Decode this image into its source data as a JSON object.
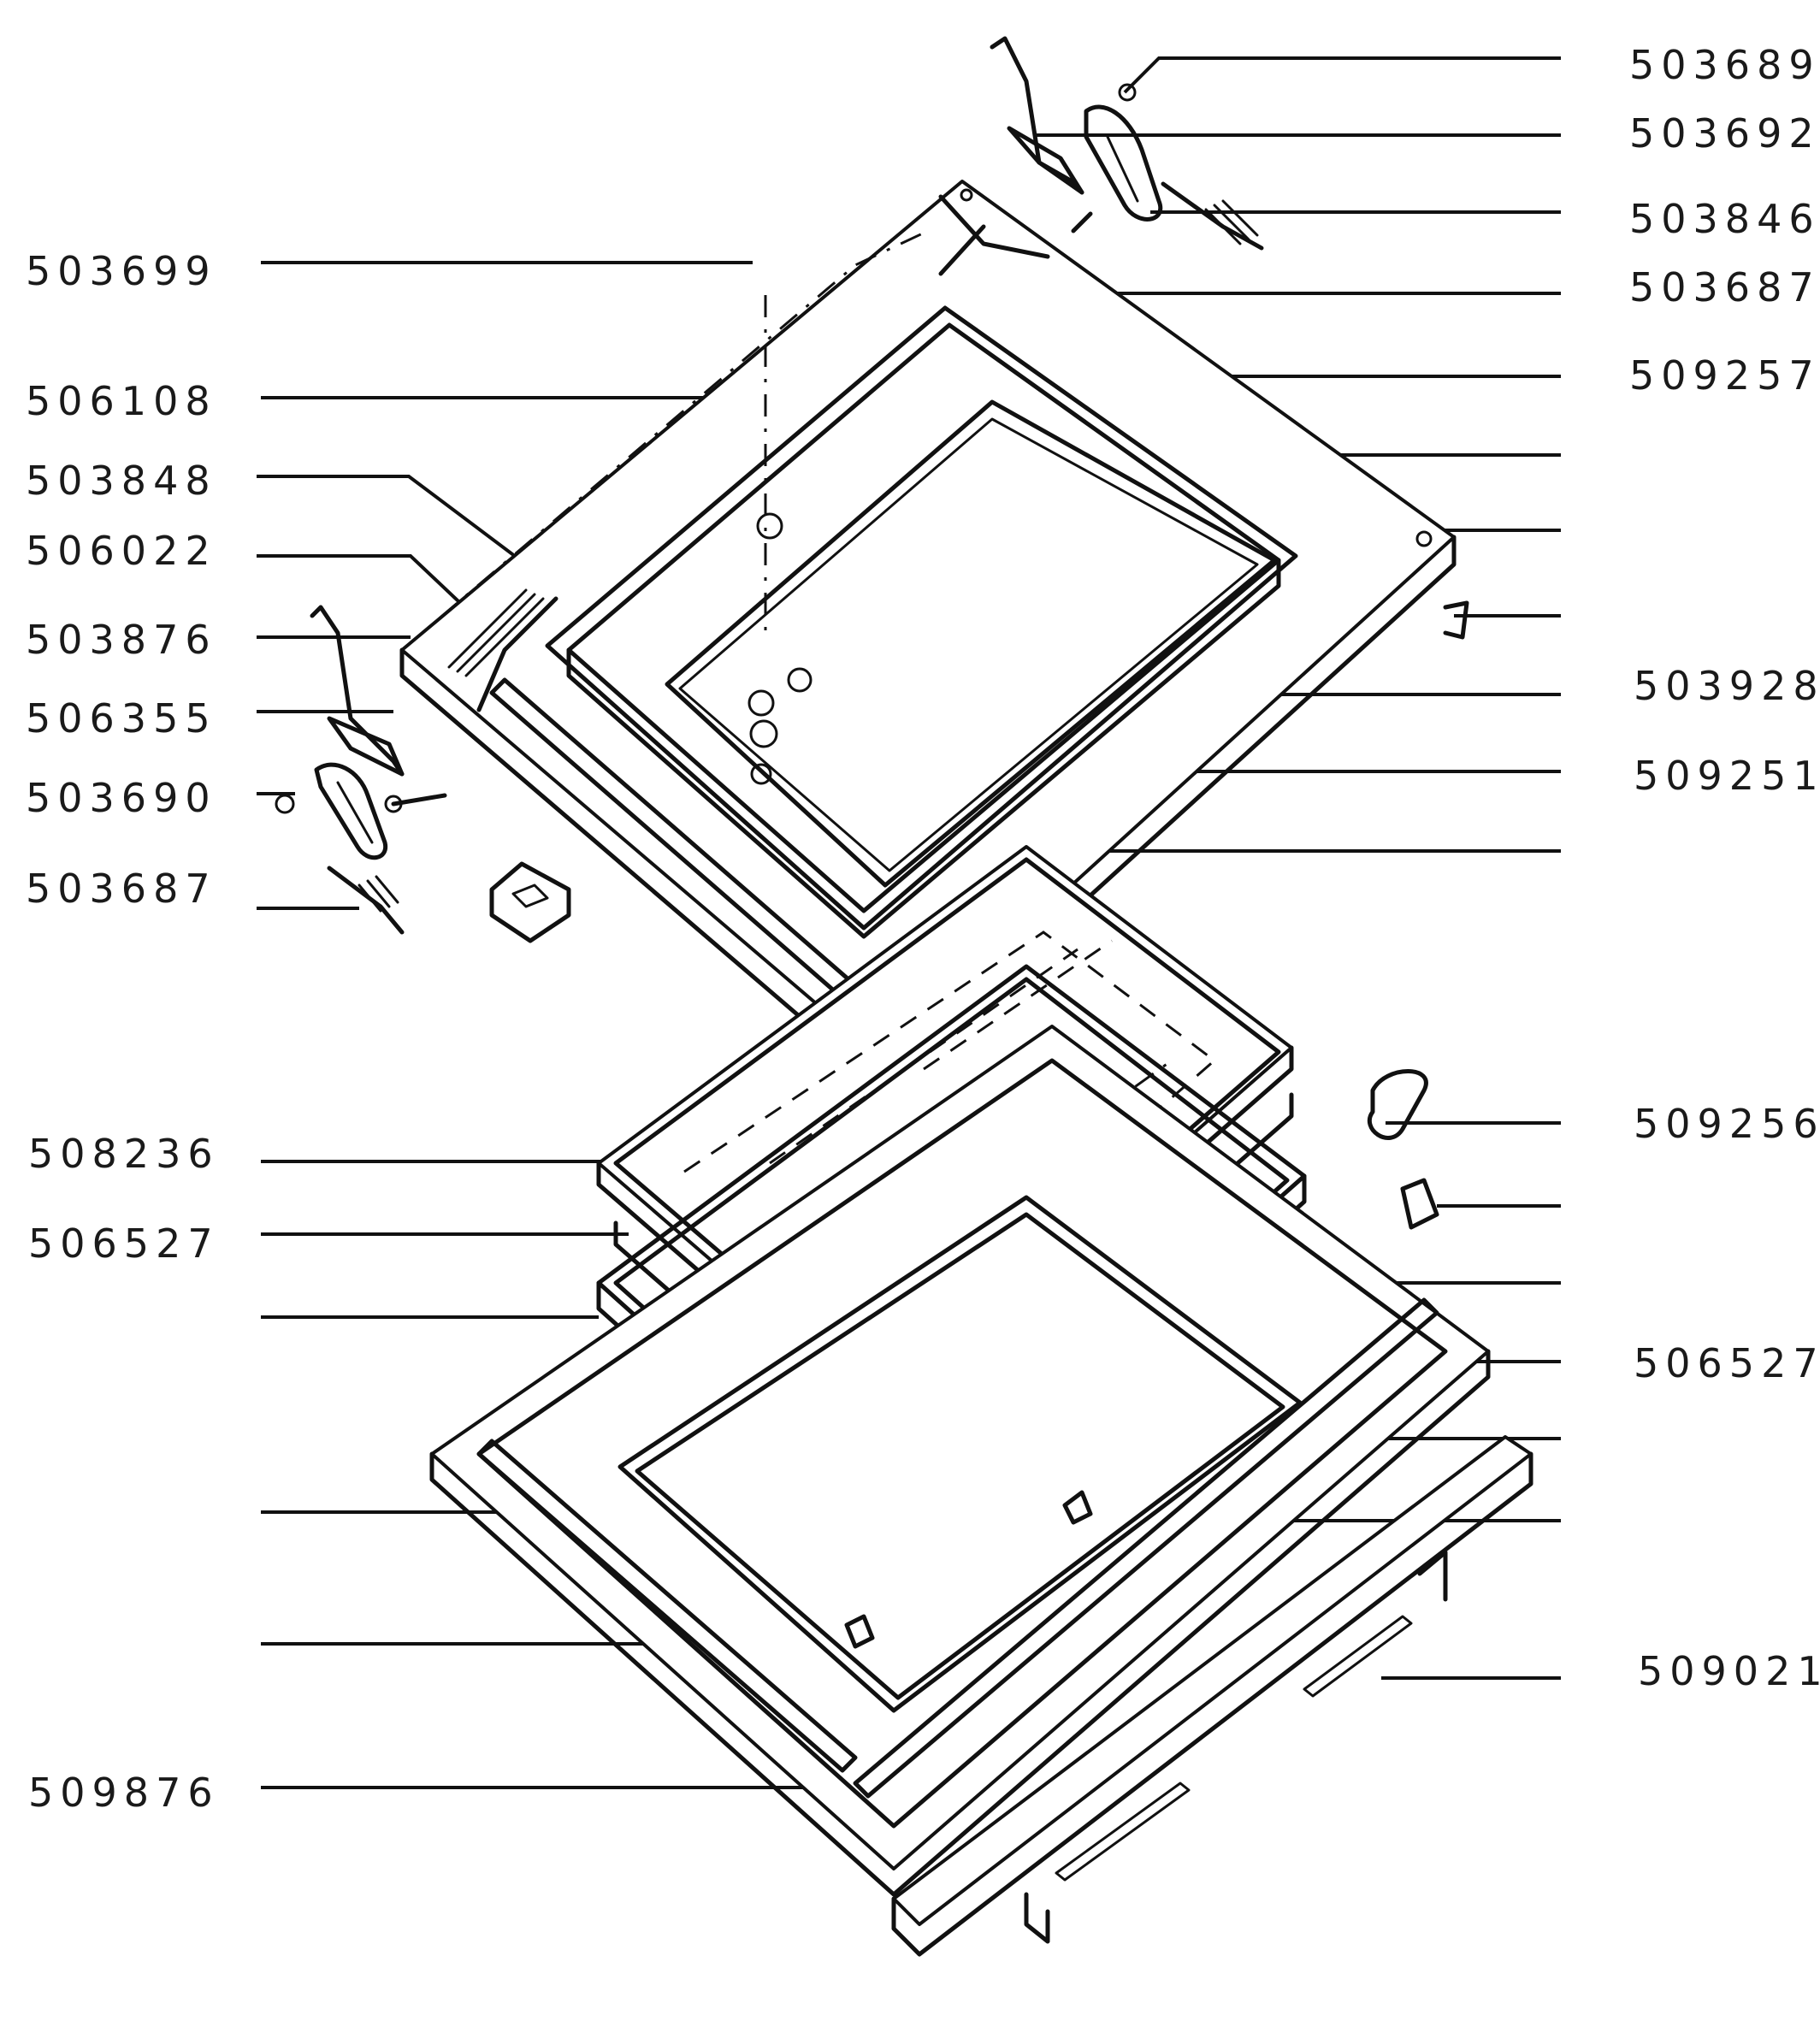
{
  "diagram": {
    "labels_left": [
      {
        "key": "L1",
        "text": "503699"
      },
      {
        "key": "L2",
        "text": "506108"
      },
      {
        "key": "L3",
        "text": "503848"
      },
      {
        "key": "L4",
        "text": "506022"
      },
      {
        "key": "L5",
        "text": "503876"
      },
      {
        "key": "L6",
        "text": "506355"
      },
      {
        "key": "L7",
        "text": "503690"
      },
      {
        "key": "L8",
        "text": "503687"
      },
      {
        "key": "L9",
        "text": "508236"
      },
      {
        "key": "L10",
        "text": "506527"
      },
      {
        "key": "L11",
        "text": "509876"
      }
    ],
    "labels_right": [
      {
        "key": "R1",
        "text": "503689"
      },
      {
        "key": "R2",
        "text": "503692"
      },
      {
        "key": "R3",
        "text": "503846"
      },
      {
        "key": "R4",
        "text": "503687"
      },
      {
        "key": "R5",
        "text": "509257"
      },
      {
        "key": "R6",
        "text": "503928"
      },
      {
        "key": "R7",
        "text": "509251"
      },
      {
        "key": "R8",
        "text": "509256"
      },
      {
        "key": "R9",
        "text": "506527"
      },
      {
        "key": "R10",
        "text": "509021"
      }
    ]
  }
}
